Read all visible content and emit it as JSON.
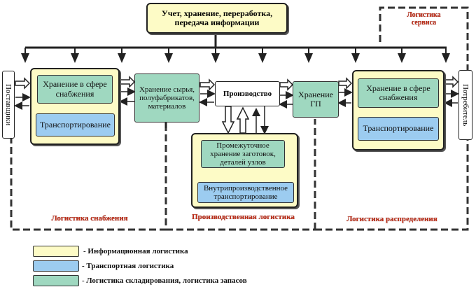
{
  "top_box": {
    "line1": "Учет, хранение, переработка,",
    "line2": "передача информации"
  },
  "regions": {
    "service": {
      "line1": "Логистика",
      "line2": "сервиса"
    },
    "supply": "Логистика снабжения",
    "production": "Производственная логистика",
    "distribution": "Логистика распределения"
  },
  "supplier": "Поставщики",
  "consumer": "Потребитель",
  "supply_block": {
    "storage": "Хранение в сфере снабжения",
    "transport": "Транспортирование"
  },
  "raw_storage": "Хранение сырья, полуфабрикатов, материалов",
  "production": "Производство",
  "gp_storage": "Хранение ГП",
  "production_block": {
    "intermediate": "Промежуточное хранение заготовок, деталей узлов",
    "transport": "Внутрипроизводственное транспортирование"
  },
  "distribution_block": {
    "storage": "Хранение в сфере снабжения",
    "transport": "Транспортирование"
  },
  "legend": [
    {
      "label": "- Информационная логистика",
      "color": "#fdfbc6"
    },
    {
      "label": "- Транспортная логистика",
      "color": "#9cccf0"
    },
    {
      "label": "- Логистика складирования, логистика запасов",
      "color": "#9fd8c0"
    }
  ]
}
